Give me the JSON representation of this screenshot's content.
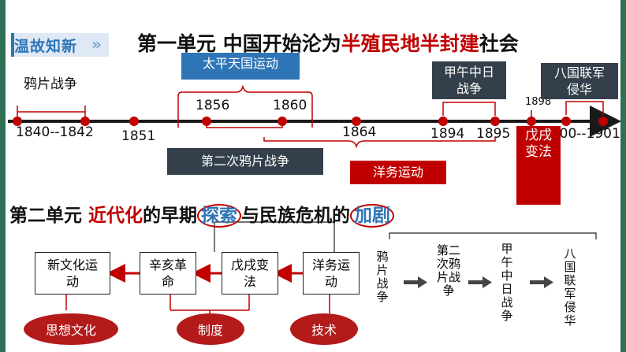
{
  "review_tab": {
    "label": "温故知新",
    "chevron": "»"
  },
  "unit1": {
    "prefix": "第一单元 中国开始沦为",
    "highlight": "半殖民地半封建",
    "suffix": "社会"
  },
  "timeline": {
    "years": {
      "y1840_1842": "1840--1842",
      "y1851": "1851",
      "y1856": "1856",
      "y1860": "1860",
      "y1864": "1864",
      "y1894": "1894",
      "y1895": "1895",
      "y1898": "1898",
      "y1900_1901": "1900--1901"
    },
    "events": {
      "opium_war": "鸦片战争",
      "taiping": "太平天国运动",
      "second_opium": "第二次鸦片战争",
      "westernization": "洋务运动",
      "sino_japanese_l1": "甲午中日",
      "sino_japanese_l2": "战争",
      "eight_nation_l1": "八国联军",
      "eight_nation_l2": "侵华",
      "reform_l1": "戊戌",
      "reform_l2": "变法"
    }
  },
  "unit2": {
    "prefix": "第二单元 ",
    "highlight1": "近代化",
    "mid1": "的早期",
    "highlight2": "探索",
    "mid2": "与民族危机的",
    "highlight3": "加剧"
  },
  "flow": {
    "new_culture_l1": "新文化运",
    "new_culture_l2": "动",
    "xinhai_l1": "辛亥革",
    "xinhai_l2": "命",
    "wuxu_l1": "戊戌变",
    "wuxu_l2": "法",
    "yangwu_l1": "洋务运",
    "yangwu_l2": "动"
  },
  "categories": {
    "thought": "思想文化",
    "system": "制度",
    "technology": "技术"
  },
  "wars": {
    "opium": "鸦片战争",
    "second_l1": "第二",
    "second_l2": "次鸦",
    "second_l3": "片战",
    "second_l4": "争",
    "sino_japanese": "甲午中日战争",
    "eight_nation": "八国联军侵华"
  },
  "colors": {
    "accent_red": "#c00000",
    "accent_blue": "#2e75b6",
    "dark_box": "#333f4a",
    "frame_green": "#2f6f55"
  }
}
